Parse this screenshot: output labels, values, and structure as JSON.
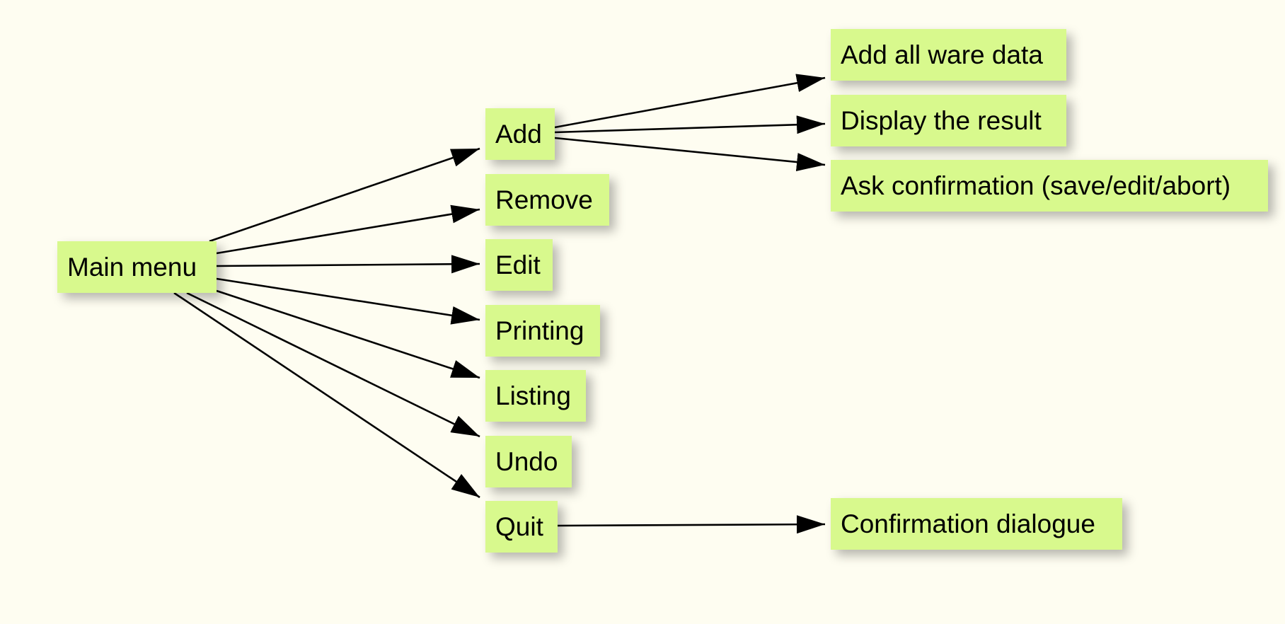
{
  "colors": {
    "background": "#fefdf1",
    "node_fill": "#d8f98d",
    "edge": "#000000",
    "text": "#000000"
  },
  "nodes": {
    "main_menu": "Main menu",
    "add": "Add",
    "remove": "Remove",
    "edit": "Edit",
    "printing": "Printing",
    "listing": "Listing",
    "undo": "Undo",
    "quit": "Quit",
    "add_all_ware_data": "Add all ware data",
    "display_the_result": "Display the result",
    "ask_confirmation": "Ask confirmation (save/edit/abort)",
    "confirmation_dialogue": "Confirmation dialogue"
  },
  "edges": [
    {
      "from": "main_menu",
      "to": "add"
    },
    {
      "from": "main_menu",
      "to": "remove"
    },
    {
      "from": "main_menu",
      "to": "edit"
    },
    {
      "from": "main_menu",
      "to": "printing"
    },
    {
      "from": "main_menu",
      "to": "listing"
    },
    {
      "from": "main_menu",
      "to": "undo"
    },
    {
      "from": "main_menu",
      "to": "quit"
    },
    {
      "from": "add",
      "to": "add_all_ware_data"
    },
    {
      "from": "add",
      "to": "display_the_result"
    },
    {
      "from": "add",
      "to": "ask_confirmation"
    },
    {
      "from": "quit",
      "to": "confirmation_dialogue"
    }
  ]
}
